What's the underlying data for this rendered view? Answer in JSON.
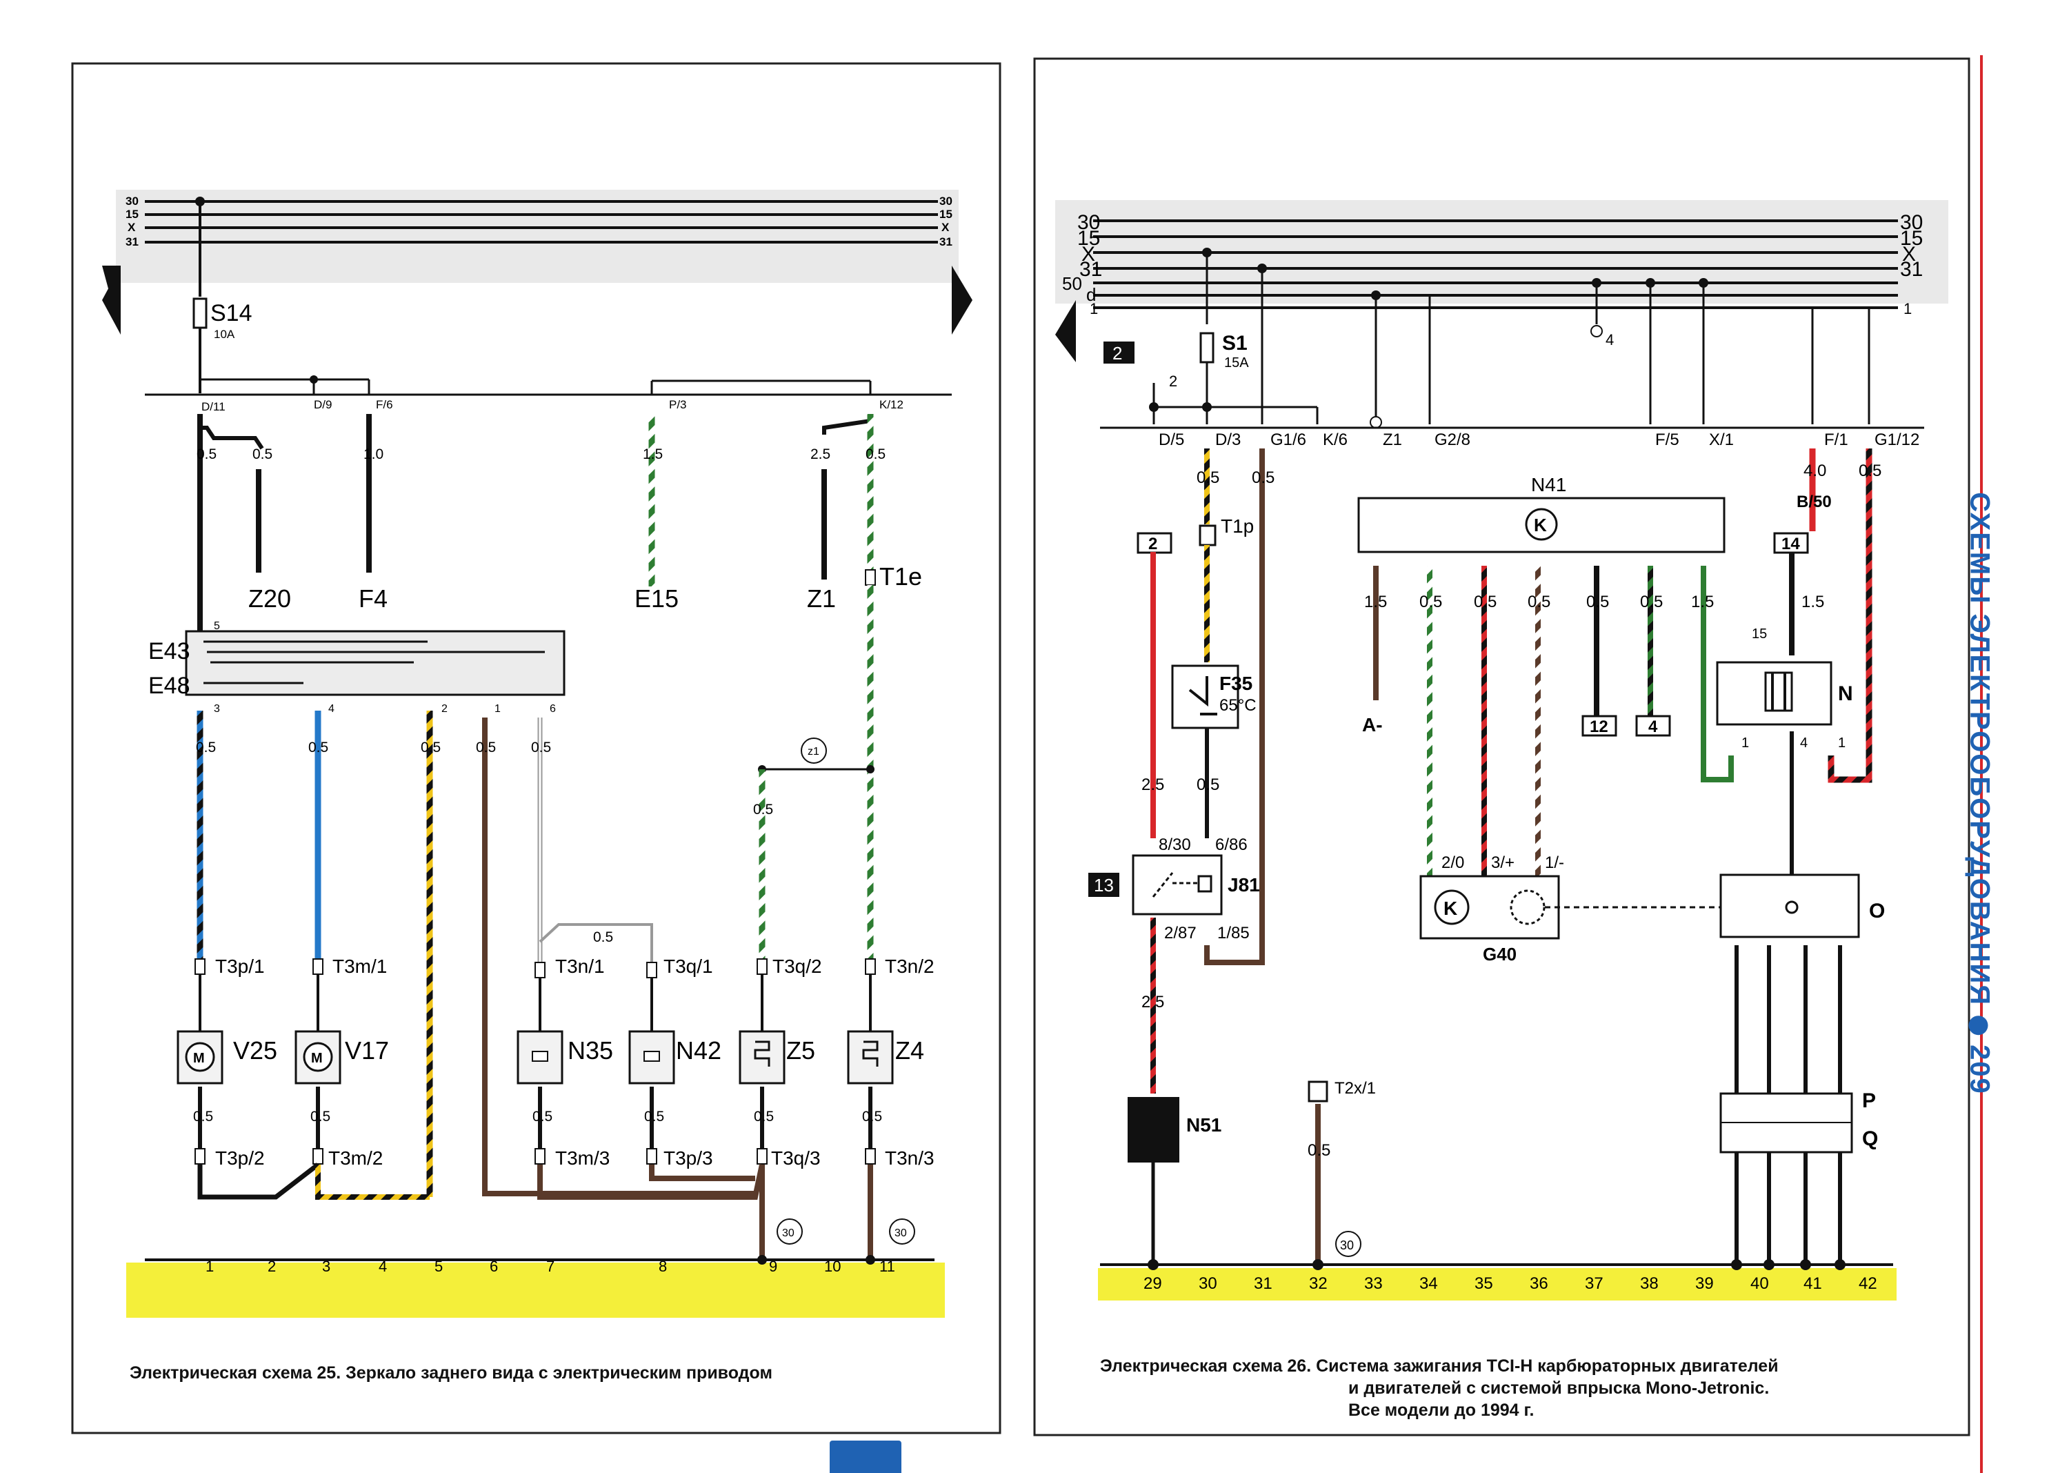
{
  "left": {
    "rails": [
      "30",
      "15",
      "X",
      "31"
    ],
    "fuse": {
      "name": "S14",
      "rating": "10A"
    },
    "connectors_top": [
      "D/11",
      "D/9",
      "F/6",
      "P/3",
      "K/12"
    ],
    "wire_sizes_top": [
      "0.5",
      "0.5",
      "1.0",
      "1.5",
      "2.5",
      "0.5"
    ],
    "refs_top": [
      "Z20",
      "F4",
      "E15",
      "Z1",
      "T1e"
    ],
    "switch_labels": [
      "E43",
      "E48"
    ],
    "switch_pins": [
      "5",
      "3",
      "4",
      "2",
      "1",
      "6"
    ],
    "mid_sizes": [
      "0.5",
      "0.5",
      "0.5",
      "0.5",
      "0.5",
      "0.5",
      "0.5"
    ],
    "junction": "z1",
    "upper_connectors": [
      "T3p/1",
      "T3m/1",
      "T3n/1",
      "T3q/1",
      "T3q/2",
      "T3n/2"
    ],
    "component_labels": [
      "V25",
      "V17",
      "N35",
      "N42",
      "Z5",
      "Z4"
    ],
    "lower_sizes": [
      "0.5",
      "0.5",
      "0.5",
      "0.5",
      "0.5",
      "0.5"
    ],
    "lower_connectors": [
      "T3p/2",
      "T3m/2",
      "T3m/3",
      "T3p/3",
      "T3q/3",
      "T3n/3"
    ],
    "ground_marks": [
      "30",
      "30"
    ],
    "bus_numbers": [
      "1",
      "2",
      "3",
      "4",
      "5",
      "6",
      "7",
      "8",
      "9",
      "10",
      "11"
    ],
    "caption": "Электрическая схема 25. Зеркало заднего вида с электрическим приводом"
  },
  "right": {
    "rails": [
      "30",
      "15",
      "X",
      "31",
      "50",
      "d",
      "1"
    ],
    "rails_right": [
      "30",
      "15",
      "X",
      "31",
      "1"
    ],
    "page_ref": "2",
    "fuse": {
      "name": "S1",
      "rating": "15A"
    },
    "small_labels": [
      "2",
      "4"
    ],
    "connectors_top": [
      "D/5",
      "D/3",
      "G1/6",
      "K/6",
      "Z1",
      "G2/8",
      "F/5",
      "X/1",
      "F/1",
      "G1/12"
    ],
    "sizes_top": [
      "0.5",
      "0.5",
      "4.0",
      "0.5"
    ],
    "b50": "B/50",
    "ref_boxes": [
      "2",
      "14",
      "12",
      "4",
      "13"
    ],
    "control_unit": "N41",
    "cu_sizes": [
      "1.5",
      "0.5",
      "0.5",
      "0.5",
      "0.5",
      "0.5",
      "1.5",
      "1.5"
    ],
    "a_minus": "A-",
    "coil": {
      "label": "N",
      "pins": [
        "15",
        "1",
        "4",
        "1"
      ]
    },
    "t1p": "T1p",
    "f35": [
      "F35",
      "65°C"
    ],
    "relay": {
      "label": "J81",
      "pins": [
        "8/30",
        "6/86",
        "2/87",
        "1/85"
      ]
    },
    "relay_sizes": [
      "2.5",
      "0.5",
      "2.5"
    ],
    "g40": {
      "label": "G40",
      "pins": [
        "2/0",
        "3/+",
        "1/-"
      ]
    },
    "o_label": "O",
    "pq_labels": [
      "P",
      "Q"
    ],
    "n51": "N51",
    "t2x": "T2x/1",
    "t2x_size": "0.5",
    "ground_mark": "30",
    "bus_numbers": [
      "29",
      "30",
      "31",
      "32",
      "33",
      "34",
      "35",
      "36",
      "37",
      "38",
      "39",
      "40",
      "41",
      "42"
    ],
    "caption_lines": [
      "Электрическая схема 26. Система зажигания TCI-H карбюраторных двигателей",
      "и двигателей с системой впрыска Mono-Jetronic.",
      "Все модели до 1994 г."
    ]
  },
  "sidebar": {
    "title": "СХЕМЫ ЭЛЕКТРООБОРУДОВАНИЯ",
    "page": "209"
  },
  "colors": {
    "yellow": "#f4ef3a",
    "red": "#d8262a",
    "blue": "#2479c9",
    "green": "#2e7d32",
    "brown": "#5a3a2a",
    "accent": "#1f62b3"
  }
}
